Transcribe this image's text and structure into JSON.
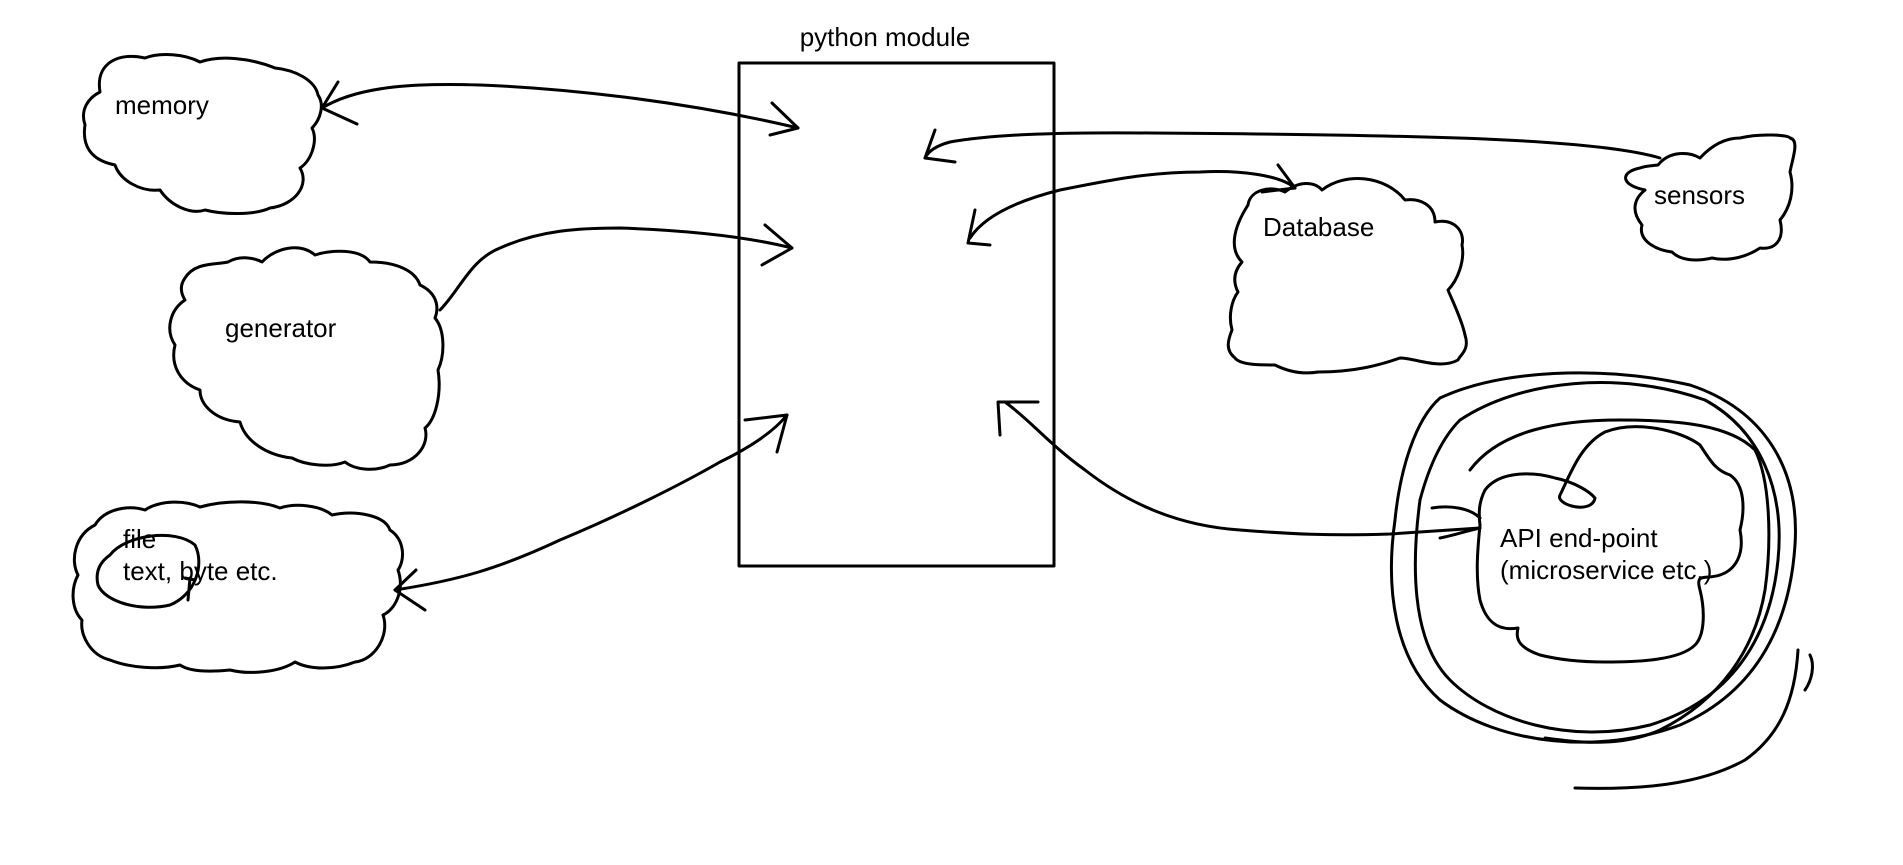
{
  "colors": {
    "ink": "#000000",
    "background": "#ffffff"
  },
  "diagram": {
    "module_label": "python module",
    "nodes": {
      "memory": {
        "label": "memory"
      },
      "generator": {
        "label": "generator"
      },
      "file": {
        "line1": "file",
        "line2": "text, byte etc."
      },
      "database": {
        "label": "Database"
      },
      "sensors": {
        "label": "sensors"
      },
      "api": {
        "line1": "API end-point",
        "line2": "(microservice etc.)"
      }
    }
  }
}
